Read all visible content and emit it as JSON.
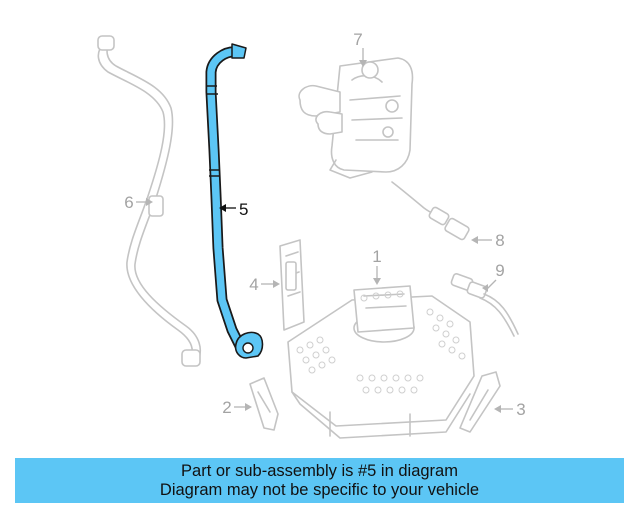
{
  "diagram": {
    "highlight_color": "#5cc6f5",
    "ghost_color": "#c4c4c4",
    "callouts": [
      {
        "id": "c1",
        "label": "1",
        "highlighted": false
      },
      {
        "id": "c2",
        "label": "2",
        "highlighted": false
      },
      {
        "id": "c3",
        "label": "3",
        "highlighted": false
      },
      {
        "id": "c4",
        "label": "4",
        "highlighted": false
      },
      {
        "id": "c5",
        "label": "5",
        "highlighted": true
      },
      {
        "id": "c6",
        "label": "6",
        "highlighted": false
      },
      {
        "id": "c7",
        "label": "7",
        "highlighted": false
      },
      {
        "id": "c8",
        "label": "8",
        "highlighted": false
      },
      {
        "id": "c9",
        "label": "9",
        "highlighted": false
      }
    ]
  },
  "banner": {
    "line1": "Part or sub-assembly is #5 in diagram",
    "line2": "Diagram may not be specific to your vehicle",
    "background": "#5cc6f5"
  }
}
